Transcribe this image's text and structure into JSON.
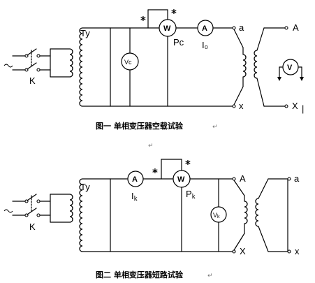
{
  "fig1": {
    "switch_label": "K",
    "regulator_label": "Ty",
    "voltmeter_label": "Vc",
    "wattmeter_label": "W",
    "ammeter_label": "A",
    "power_label": "Pc",
    "current_label": "I₀",
    "star": "*",
    "lv_top": "a",
    "lv_bottom": "x",
    "hv_top": "A",
    "hv_bottom": "X",
    "hv_voltmeter_label": "V",
    "caption": "图一    单相变压器空载试验"
  },
  "fig2": {
    "switch_label": "K",
    "regulator_label": "Ty",
    "ammeter_label": "A",
    "wattmeter_label": "W",
    "voltmeter_label": "V",
    "voltmeter_sub": "k",
    "current_label": "I",
    "current_sub": "k",
    "power_label": "P",
    "power_sub": "k",
    "star": "*",
    "hv_top": "A",
    "hv_bottom": "X",
    "lv_top": "a",
    "lv_bottom": "x",
    "caption": "图二    单相变压器短路试验"
  },
  "marks": {
    "return_mark": "↵",
    "stray_mark": "|"
  }
}
